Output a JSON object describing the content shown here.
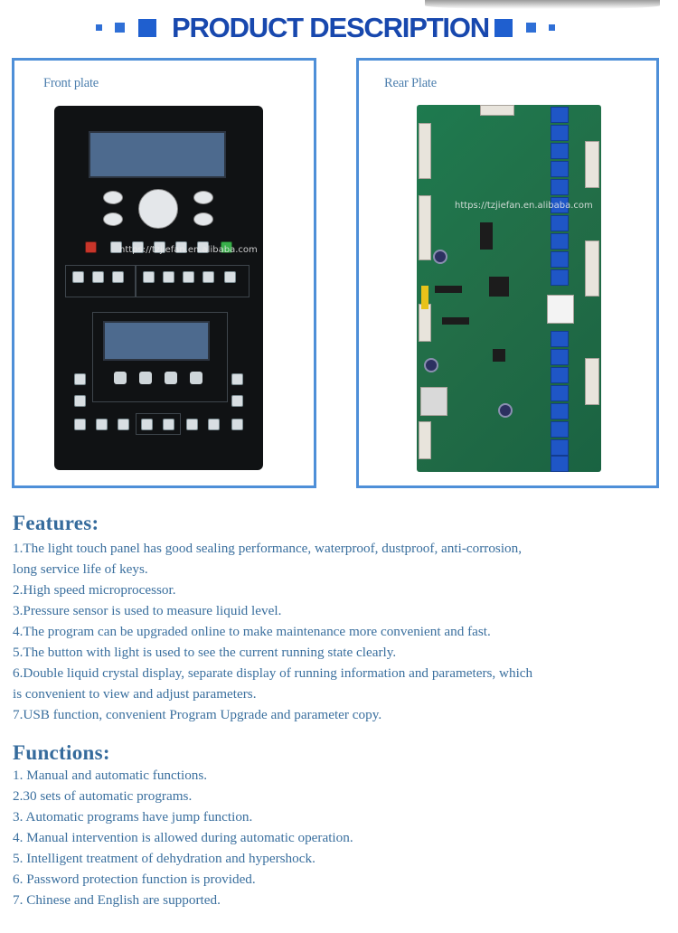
{
  "header": {
    "title": "PRODUCT DESCRIPTION",
    "accent_color": "#2f6fd6",
    "title_color": "#1848ae"
  },
  "panels": {
    "front_label": "Front plate",
    "rear_label": "Rear Plate",
    "border_color": "#4e8fd8",
    "watermark": "https://tzjiefan.en.alibaba.com",
    "watermark_rear": "https://tzjiefan.en.alibaba.com"
  },
  "features": {
    "heading": "Features:",
    "lines": [
      " 1.The light touch panel has good sealing performance, waterproof, dustproof, anti-corrosion,",
      "long service life of keys.",
      "2.High speed microprocessor.",
      "3.Pressure sensor is used to measure liquid level.",
      "4.The program can be upgraded online to make maintenance more convenient and fast.",
      "5.The button with light is used to see the current running state clearly.",
      "6.Double liquid crystal display, separate display of running information and parameters, which",
      "is convenient to view and adjust parameters.",
      "7.USB function, convenient Program Upgrade and parameter copy."
    ]
  },
  "functions": {
    "heading": "Functions:",
    "lines": [
      "1. Manual and automatic functions.",
      "2.30 sets of automatic programs.",
      "3. Automatic programs have jump function.",
      "4. Manual intervention is allowed during automatic operation.",
      "5. Intelligent treatment of dehydration and hypershock.",
      "6. Password protection function is provided.",
      "7. Chinese and English are supported."
    ]
  }
}
